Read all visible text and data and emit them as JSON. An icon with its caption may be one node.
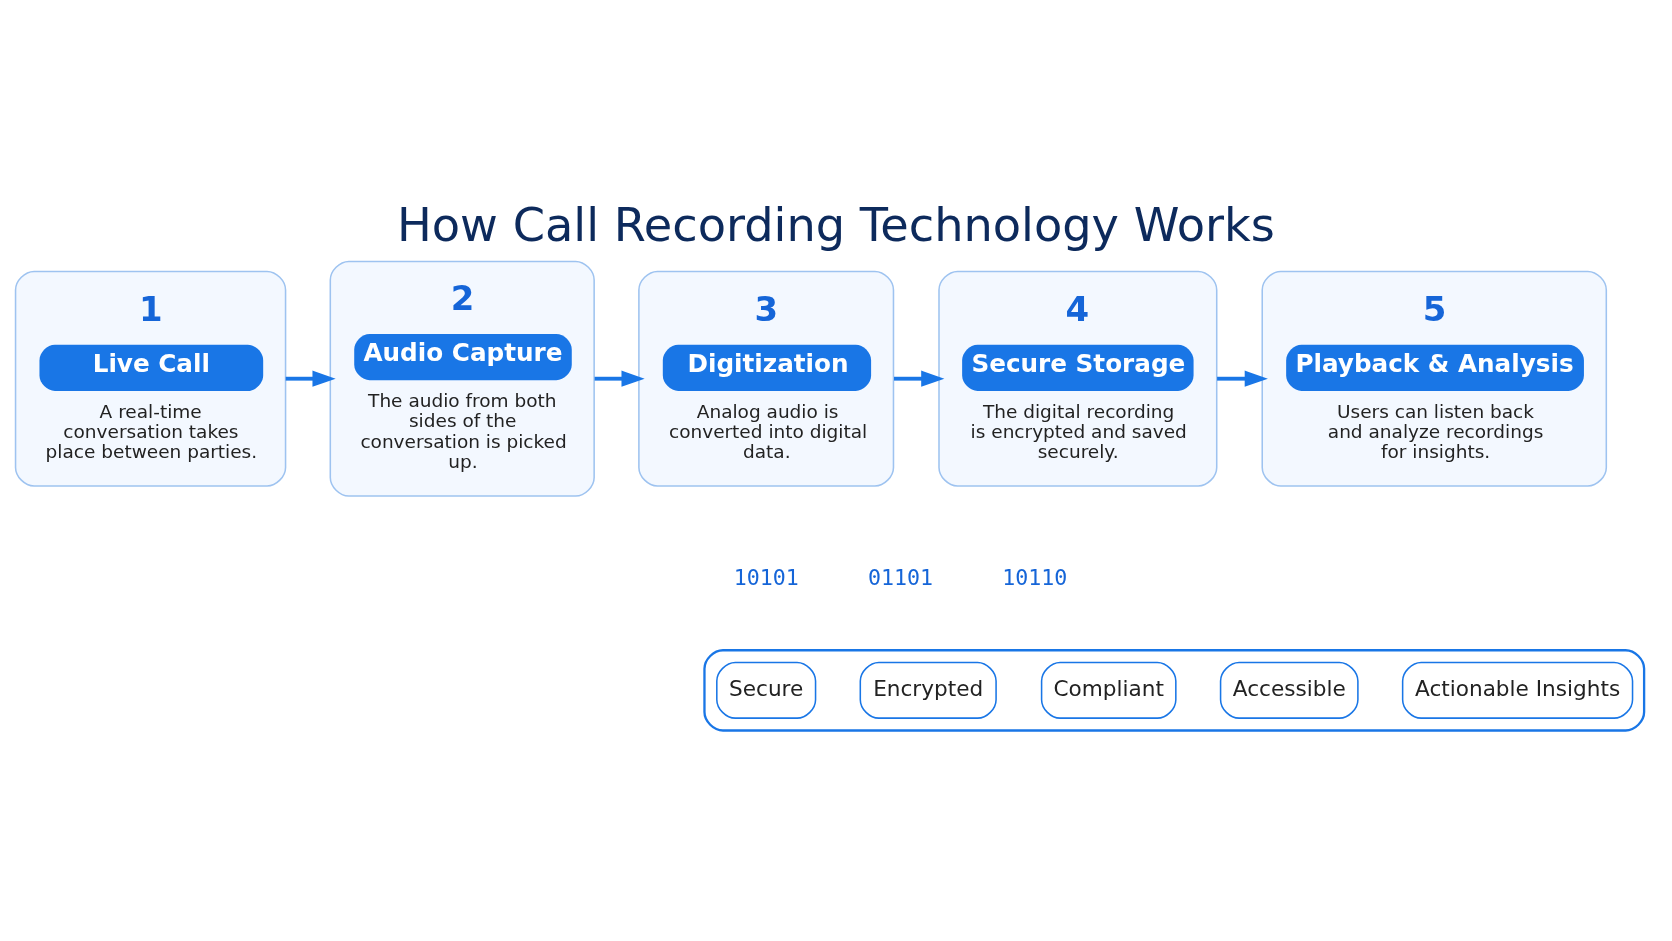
{
  "diagram": {
    "title": "How Call Recording Technology Works",
    "nodes": [
      {
        "text": [
          "1",
          "Live Call",
          "A real-time conversation takes place between parties."
        ]
      },
      {
        "text": [
          "2",
          "Audio Capture",
          "The audio from both sides of the conversation is picked up."
        ]
      },
      {
        "text": [
          "3",
          "Digitization",
          "Analog audio is converted into digital data."
        ]
      },
      {
        "text": [
          "4",
          "Secure Storage",
          "The digital recording is encrypted and saved securely."
        ]
      },
      {
        "text": [
          "5",
          "Playback & Analysis",
          "Users can listen back and analyze recordings for insights."
        ]
      },
      {
        "text": [],
        "shape": "box"
      },
      {
        "text": [
          "Secure"
        ],
        "in": 5
      },
      {
        "text": [
          "Encrypted"
        ],
        "in": 5
      },
      {
        "text": [
          "Compliant"
        ],
        "in": 5
      },
      {
        "text": [
          "Accessible"
        ],
        "in": 5
      },
      {
        "text": [
          "Actionable Insights"
        ],
        "in": 5
      }
    ],
    "edges": [
      {
        "from": 0,
        "to": 1,
        "arrow": "to"
      },
      {
        "from": 1,
        "to": 2,
        "arrow": "to"
      },
      {
        "from": 2,
        "to": 3,
        "arrow": "to"
      },
      {
        "from": 3,
        "to": 4,
        "arrow": "to"
      }
    ],
    "labels": [
      "10101",
      "01101",
      "10110"
    ]
  }
}
